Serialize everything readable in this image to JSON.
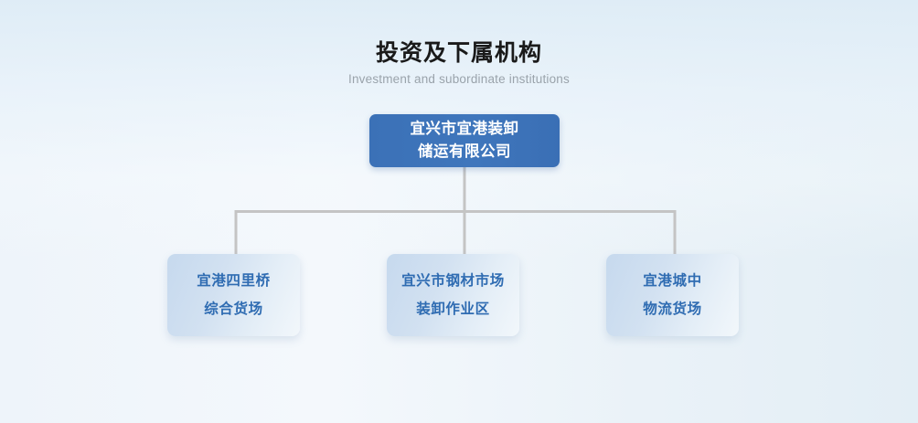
{
  "header": {
    "title": "投资及下属机构",
    "subtitle": "Investment and subordinate institutions"
  },
  "colors": {
    "root_fill": "#3d74ba",
    "root_text": "#ffffff",
    "child_fill": "#cddfef",
    "child_text": "#2f6cb2",
    "connector": "#c4c4c4",
    "title_text": "#1a1a1a",
    "subtitle_text": "#9aa3ab",
    "background_top_left": "#eef4fa",
    "background_top_right": "#e3eef5",
    "background_bottom": "#ffffff"
  },
  "chart_data": {
    "type": "diagram",
    "diagram_type": "organization-chart",
    "title": "投资及下属机构",
    "subtitle": "Investment and subordinate institutions",
    "orientation": "top-down",
    "levels": 2,
    "root": {
      "id": "root",
      "lines": [
        "宜兴市宜港装卸",
        "储运有限公司"
      ],
      "text": "宜兴市宜港装卸储运有限公司",
      "style": "filled-blue"
    },
    "children": [
      {
        "id": "child-0",
        "lines": [
          "宜港四里桥",
          "综合货场"
        ],
        "text": "宜港四里桥综合货场",
        "style": "light-blue"
      },
      {
        "id": "child-1",
        "lines": [
          "宜兴市钢材市场",
          "装卸作业区"
        ],
        "text": "宜兴市钢材市场装卸作业区",
        "style": "light-blue"
      },
      {
        "id": "child-2",
        "lines": [
          "宜港城中",
          "物流货场"
        ],
        "text": "宜港城中物流货场",
        "style": "light-blue"
      }
    ],
    "edges": [
      {
        "from": "root",
        "to": "child-0"
      },
      {
        "from": "root",
        "to": "child-1"
      },
      {
        "from": "root",
        "to": "child-2"
      }
    ]
  }
}
